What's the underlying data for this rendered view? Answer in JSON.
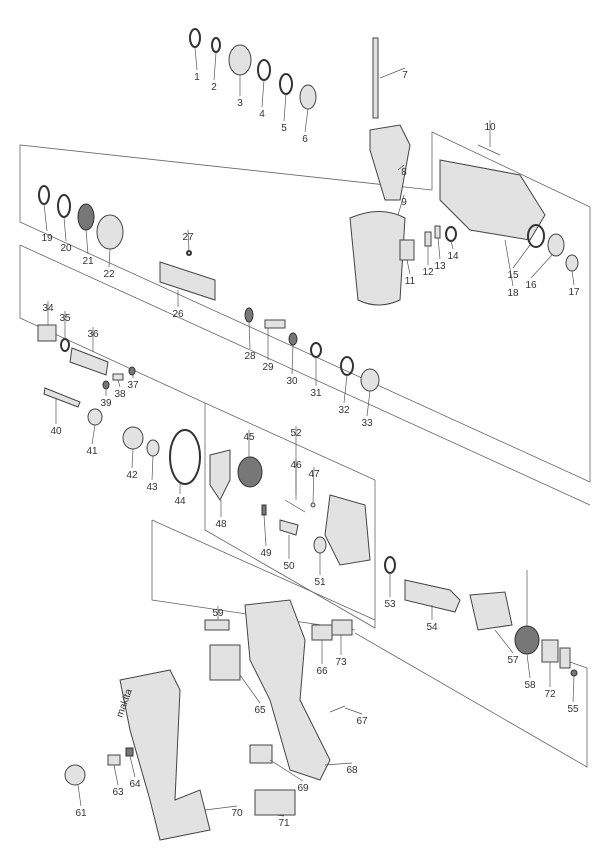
{
  "diagram": {
    "type": "exploded-parts-diagram",
    "callouts": [
      "1",
      "2",
      "3",
      "4",
      "5",
      "6",
      "7",
      "8",
      "9",
      "10",
      "11",
      "12",
      "13",
      "14",
      "15",
      "16",
      "17",
      "18",
      "19",
      "20",
      "21",
      "22",
      "26",
      "27",
      "28",
      "29",
      "30",
      "31",
      "32",
      "33",
      "34",
      "35",
      "36",
      "37",
      "38",
      "39",
      "40",
      "41",
      "42",
      "43",
      "44",
      "45",
      "46",
      "47",
      "48",
      "49",
      "50",
      "51",
      "52",
      "53",
      "54",
      "55",
      "57",
      "58",
      "59",
      "61",
      "63",
      "64",
      "65",
      "66",
      "67",
      "68",
      "69",
      "70",
      "71",
      "72",
      "73"
    ],
    "logo_text": "makita"
  }
}
